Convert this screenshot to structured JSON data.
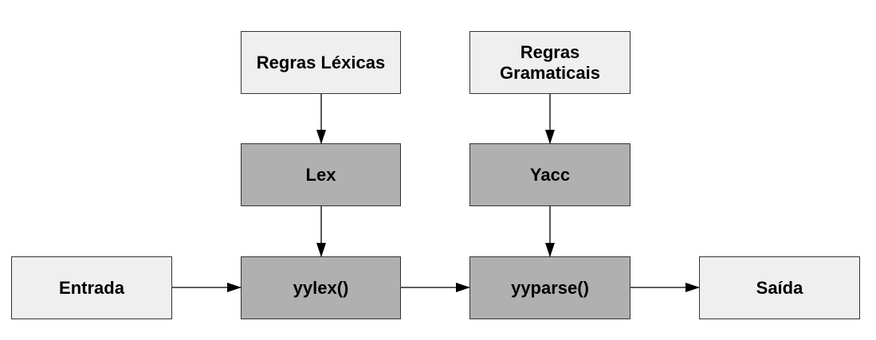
{
  "nodes": {
    "regras_lexicas": "Regras Léxicas",
    "regras_gramaticais": "Regras Gramaticais",
    "lex": "Lex",
    "yacc": "Yacc",
    "entrada": "Entrada",
    "yylex": "yylex()",
    "yyparse": "yyparse()",
    "saida": "Saída"
  },
  "colors": {
    "input_fill": "#efefef",
    "tool_fill": "#b0b0b0",
    "border": "#333333",
    "arrow": "#000000"
  },
  "edges": [
    {
      "from": "regras_lexicas",
      "to": "lex"
    },
    {
      "from": "regras_gramaticais",
      "to": "yacc"
    },
    {
      "from": "lex",
      "to": "yylex"
    },
    {
      "from": "yacc",
      "to": "yyparse"
    },
    {
      "from": "entrada",
      "to": "yylex"
    },
    {
      "from": "yylex",
      "to": "yyparse"
    },
    {
      "from": "yyparse",
      "to": "saida"
    }
  ]
}
